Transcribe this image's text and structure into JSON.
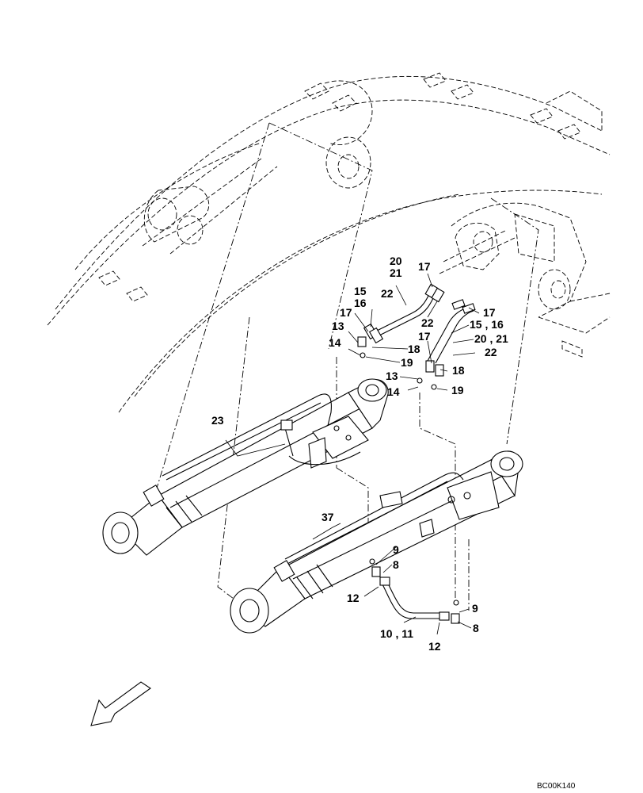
{
  "diagram": {
    "reference_code": "BC00K140",
    "callouts": {
      "c20a": "20",
      "c21a": "21",
      "c17a": "17",
      "c15a": "15",
      "c16a": "16",
      "c22a": "22",
      "c17b": "17",
      "c13a": "13",
      "c14a": "14",
      "c18a": "18",
      "c19a": "19",
      "c17c": "17",
      "c22b": "22",
      "c1516": "15 , 16",
      "c17d": "17",
      "c2021": "20 , 21",
      "c22c": "22",
      "c18b": "18",
      "c13b": "13",
      "c19b": "19",
      "c14b": "14",
      "c23": "23",
      "c37": "37",
      "c9a": "9",
      "c8a": "8",
      "c12a": "12",
      "c9b": "9",
      "c1011": "10 , 11",
      "c8b": "8",
      "c12b": "12"
    }
  }
}
